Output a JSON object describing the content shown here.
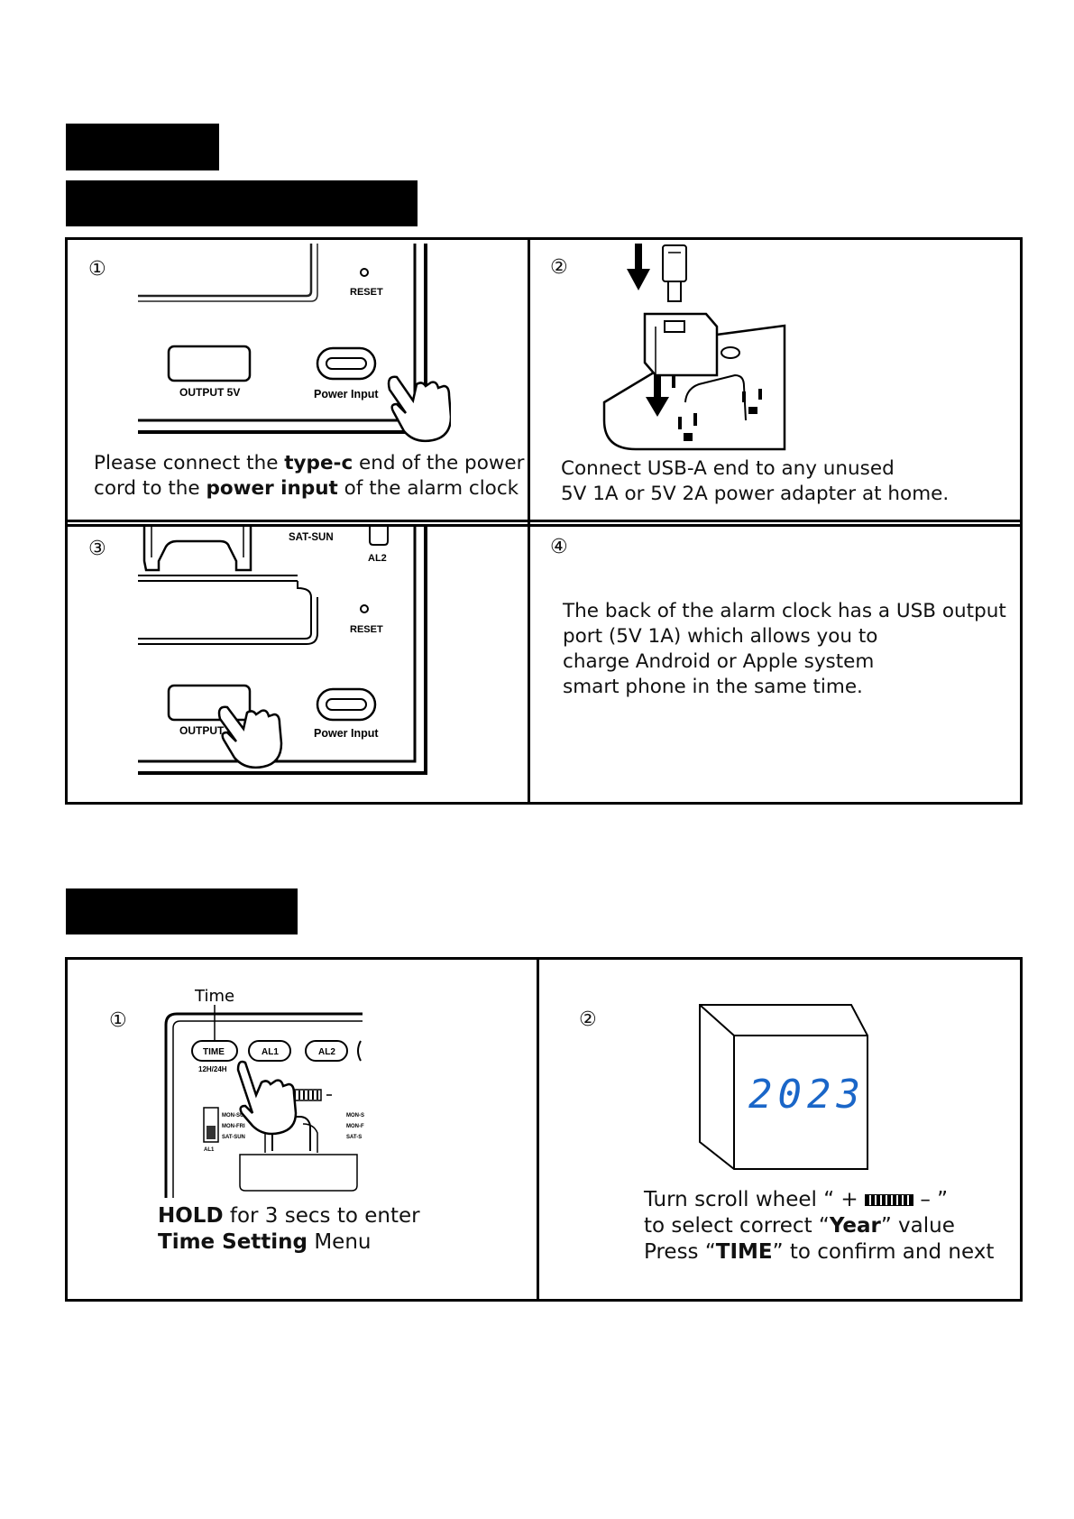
{
  "section1": {
    "cells": [
      {
        "number": "①",
        "illustration": {
          "reset": "RESET",
          "output": "OUTPUT 5V",
          "power": "Power Input"
        },
        "text": {
          "l1a": "Please connect the ",
          "l1b": "type-c",
          "l1c": " end of the power",
          "l2a": "cord to the ",
          "l2b": "power input",
          "l2c": " of the alarm clock"
        }
      },
      {
        "number": "②",
        "text": {
          "l1": "Connect USB-A end to any unused",
          "l2": "5V 1A or 5V 2A power adapter at home."
        }
      },
      {
        "number": "③",
        "illustration": {
          "satsun": "SAT-SUN",
          "al2": "AL2",
          "reset": "RESET",
          "output": "OUTPUT 5V",
          "power": "Power Input"
        }
      },
      {
        "number": "④",
        "text": {
          "l1": "The back of the alarm clock has a USB output",
          "l2": "port (5V 1A) which allows you to",
          "l3": "charge Android or Apple system",
          "l4": "smart phone in the same time."
        }
      }
    ]
  },
  "section2": {
    "cells": [
      {
        "number": "①",
        "illustration": {
          "time_caption": "Time",
          "time_btn": "TIME",
          "al1_btn": "AL1",
          "al2_btn": "AL2",
          "mode": "12H/24H",
          "mon_sun": "MON-SUN",
          "mon_fri": "MON-FRI",
          "sat_sun": "SAT-SUN",
          "al1": "AL1",
          "mon1": "MON-S",
          "mon2": "MON-F",
          "sat": "SAT-S"
        },
        "text": {
          "l1a": "HOLD",
          "l1b": " for 3 secs to enter",
          "l2a": "Time Setting",
          "l2b": " Menu"
        }
      },
      {
        "number": "②",
        "display": "2023",
        "display_color": "#1a66c8",
        "text": {
          "l1a": "Turn scroll wheel “ + ",
          "l1b": " – ”",
          "l2a": "to select correct “",
          "l2b": "Year",
          "l2c": "” value",
          "l3a": "Press “",
          "l3b": "TIME",
          "l3c": "” to confirm and next"
        }
      }
    ]
  }
}
